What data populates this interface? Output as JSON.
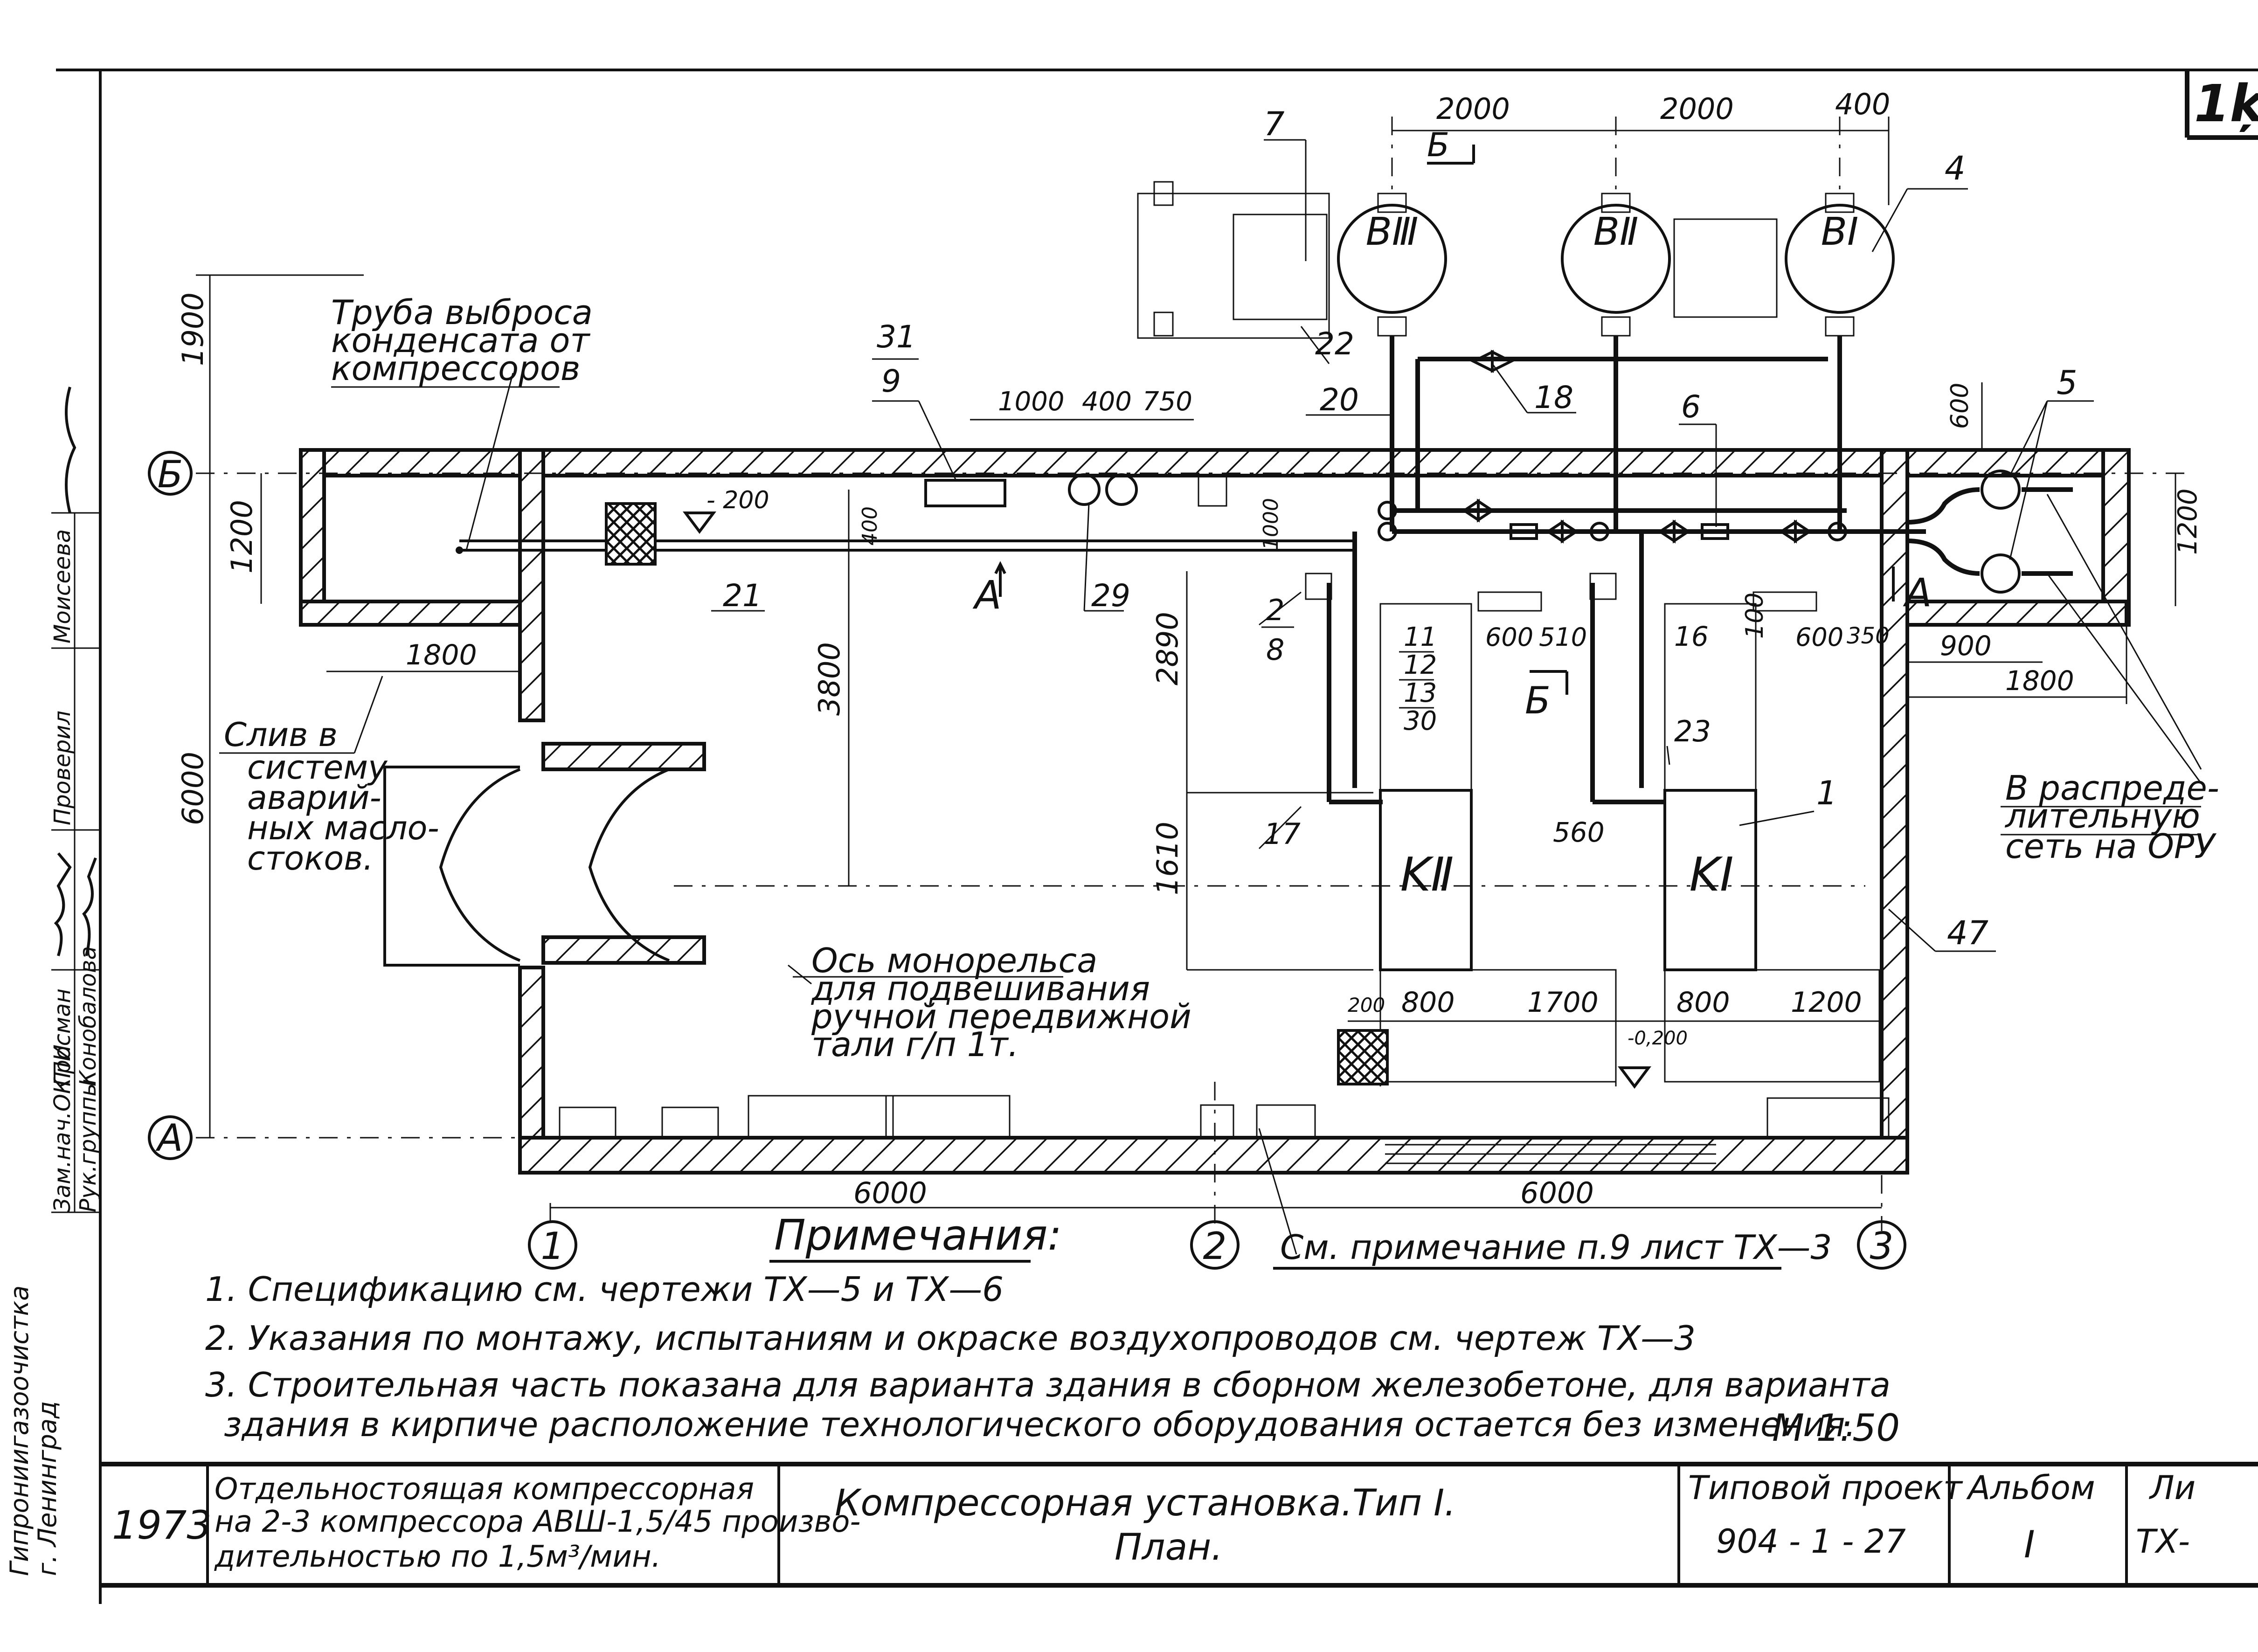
{
  "sheet_number": "1ķ",
  "dimensions": {
    "d2000a": "2000",
    "d2000b": "2000",
    "d400a": "400",
    "d1900": "1900",
    "d1200a": "1200",
    "d1000": "1000",
    "d400b": "400",
    "d750": "750",
    "d200m": "- 200",
    "d400v": "400",
    "d1000v": "1000",
    "d600a": "600",
    "d1200b": "1200",
    "d1800a": "1800",
    "d3800": "3800",
    "d2890": "2890",
    "d1610": "1610",
    "d6000v": "6000",
    "d600b": "600",
    "d510": "510",
    "d100": "100",
    "d600c": "600",
    "d350": "350",
    "d900": "900",
    "d1800b": "1800",
    "d560": "560",
    "d200": "200",
    "d800a": "800",
    "d1700": "1700",
    "d800b": "800",
    "d1200c": "1200",
    "d0200": "-0,200",
    "d6000a": "6000",
    "d6000b": "6000"
  },
  "axes": {
    "B": "Б",
    "A": "А",
    "ax1": "1",
    "ax2": "2",
    "ax3": "3"
  },
  "section_marks": {
    "b_top": "Б",
    "b_mid": "Б",
    "a_left": "A",
    "a_right": "A"
  },
  "equipment": {
    "receiver_3": "BⅢ",
    "receiver_2": "BⅡ",
    "receiver_1": "BⅠ",
    "compressor_2": "KⅡ",
    "compressor_1": "KⅠ"
  },
  "callouts": {
    "c7": "7",
    "c4": "4",
    "c22": "22",
    "c20": "20",
    "c18": "18",
    "c6": "6",
    "c5": "5",
    "c31": "31",
    "c9": "9",
    "c21": "21",
    "c29": "29",
    "c2": "2",
    "c8": "8",
    "c11": "11",
    "c12": "12",
    "c13": "13",
    "c30": "30",
    "c16": "16",
    "c23": "23",
    "c1": "1",
    "c17": "17",
    "c47": "47"
  },
  "labels": {
    "pipe_l1": "Труба выброса",
    "pipe_l2": "конденсата от",
    "pipe_l3": "компрессоров",
    "drain_l1": "Слив в",
    "drain_l2": "систему",
    "drain_l3": "аварий-",
    "drain_l4": "ных масло-",
    "drain_l5": "стоков.",
    "rail_l1": "Ось монорельса",
    "rail_l2": "для подвешивания",
    "rail_l3": "ручной передвижной",
    "rail_l4": "тали г/п 1т.",
    "dist_l1": "В распреде-",
    "dist_l2": "лительную",
    "dist_l3": "сеть на ОРУ",
    "see_note": "См. примечание п.9 лист ТХ—3"
  },
  "notes": {
    "heading": "Примечания:",
    "n1": "1. Спецификацию   см.   чертежи  ТХ—5   и   ТХ—6",
    "n2": "2. Указания по монтажу, испытаниям и окраске воздухопроводов см. чертеж ТХ—3",
    "n3a": "3. Строительная часть показана для варианта здания в сборном железобетоне, для варианта",
    "n3b": "здания в кирпиче расположение технологического оборудования остается без изменения.",
    "scale": "М 1:50"
  },
  "title_block": {
    "year": "1973",
    "desc_l1": "Отдельностоящая компрессорная",
    "desc_l2": "на 2-3 компрессора АВШ-1,5/45 произво-",
    "desc_l3": "дительностью по 1,5м³/мин.",
    "name_l1": "Компрессорная установка.",
    "name_type": "Тип I.",
    "name_l2": "План.",
    "proj_label": "Типовой проект",
    "proj_num": "904 - 1 - 27",
    "album_label": "Альбом",
    "album_num": "I",
    "sheet_label": "Ли",
    "sheet_num": "ТХ-"
  },
  "side_stamp": {
    "row1a": "Зам.нач.ОКПИ",
    "row1b": "Гросман",
    "row2a": "Рук.группы",
    "row2b": "Конобалова",
    "row3a": "Проверил",
    "row3b": "Моисеева",
    "org1": "Гипрониигазоочистка",
    "org2": "г. Ленинград"
  }
}
